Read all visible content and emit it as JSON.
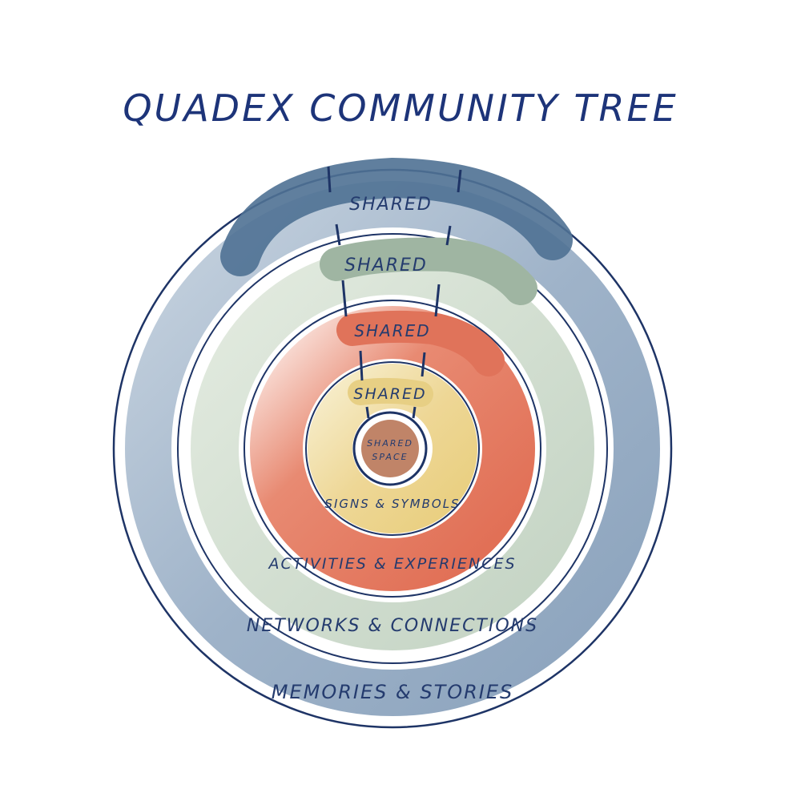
{
  "title": "QUADEX COMMUNITY TREE",
  "rings": [
    {
      "id": "memories",
      "label": "MEMORIES & STORIES",
      "shared_label": "SHARED",
      "color": "#8fa6bf",
      "tab_color": "#4f7194"
    },
    {
      "id": "networks",
      "label": "NETWORKS & CONNECTIONS",
      "shared_label": "SHARED",
      "color": "#c9d6c8",
      "tab_color": "#9fb5a2"
    },
    {
      "id": "activities",
      "label": "ACTIVITIES & EXPERIENCES",
      "shared_label": "SHARED",
      "color": "#e2775c",
      "tab_color": "#e0735a"
    },
    {
      "id": "signs",
      "label": "SIGNS & SYMBOLS",
      "shared_label": "SHARED",
      "color": "#ecd58f",
      "tab_color": "#e7cf84"
    }
  ],
  "center": {
    "line1": "SHARED",
    "line2": "SPACE",
    "color": "#c08468"
  }
}
